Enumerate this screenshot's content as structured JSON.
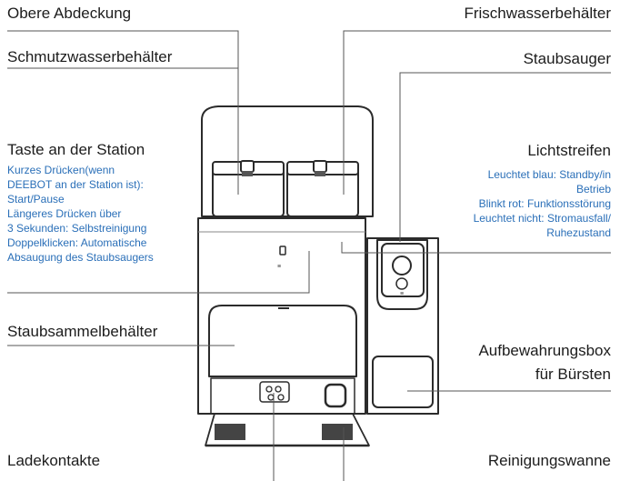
{
  "labels": {
    "top_cover": "Obere Abdeckung",
    "dirty_water_tank": "Schmutzwasserbehälter",
    "station_button": "Taste an der Station",
    "dust_bag": "Staubsammelbehälter",
    "charging_contacts": "Ladekontakte",
    "fresh_water_tank": "Frischwasserbehälter",
    "vacuum": "Staubsauger",
    "light_strip": "Lichtstreifen",
    "brush_box_line1": "Aufbewahrungsbox",
    "brush_box_line2": "für Bürsten",
    "wash_tray": "Reinigungswanne"
  },
  "station_button_desc": [
    "Kurzes Drücken(wenn",
    "DEEBOT an der Station ist):",
    "Start/Pause",
    "Längeres Drücken über",
    "3 Sekunden: Selbstreinigung",
    "Doppelklicken: Automatische",
    "Absaugung des Staubsaugers"
  ],
  "light_strip_desc": [
    "Leuchtet blau: Standby/in",
    "Betrieb",
    "Blinkt rot: Funktionsstörung",
    "Leuchtet nicht: Stromausfall/",
    "Ruhezustand"
  ],
  "colors": {
    "label_text": "#1c1c1c",
    "description_text": "#2a6fb8",
    "outline": "#2b2b2b",
    "leader_line": "#555555"
  }
}
